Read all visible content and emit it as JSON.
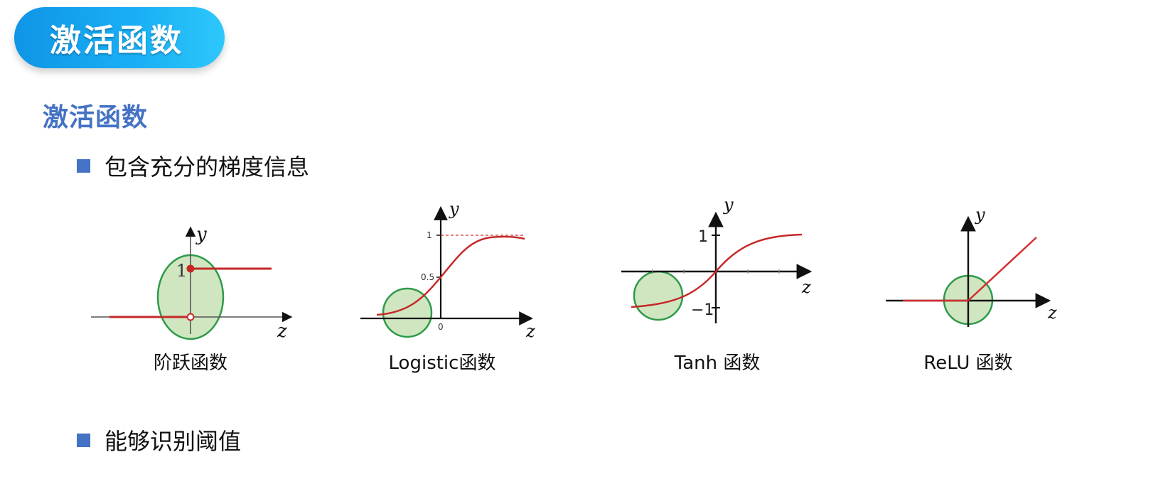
{
  "slide": {
    "title_badge": "激活函数",
    "section_heading": "激活函数",
    "bullets": [
      {
        "text": "包含充分的梯度信息"
      },
      {
        "text": "能够识别阈值"
      }
    ]
  },
  "diagrams": [
    {
      "caption": "阶跃函数",
      "x_axis_label": "z",
      "y_axis_label": "y",
      "tick_labels": [
        "1"
      ]
    },
    {
      "caption": "Logistic函数",
      "x_axis_label": "z",
      "y_axis_label": "y",
      "tick_labels": [
        "1",
        "0.5",
        "0"
      ]
    },
    {
      "caption": "Tanh 函数",
      "x_axis_label": "z",
      "y_axis_label": "y",
      "tick_labels": [
        "1",
        "−1"
      ]
    },
    {
      "caption": "ReLU 函数",
      "x_axis_label": "z",
      "y_axis_label": "y",
      "tick_labels": []
    }
  ],
  "colors": {
    "title_gradient_start": "#0f95e6",
    "title_gradient_end": "#2ec7fb",
    "heading_blue": "#4472c4",
    "curve_red": "#c62828",
    "highlight_fill": "#a9d18e",
    "highlight_stroke": "#2e9a4a"
  }
}
